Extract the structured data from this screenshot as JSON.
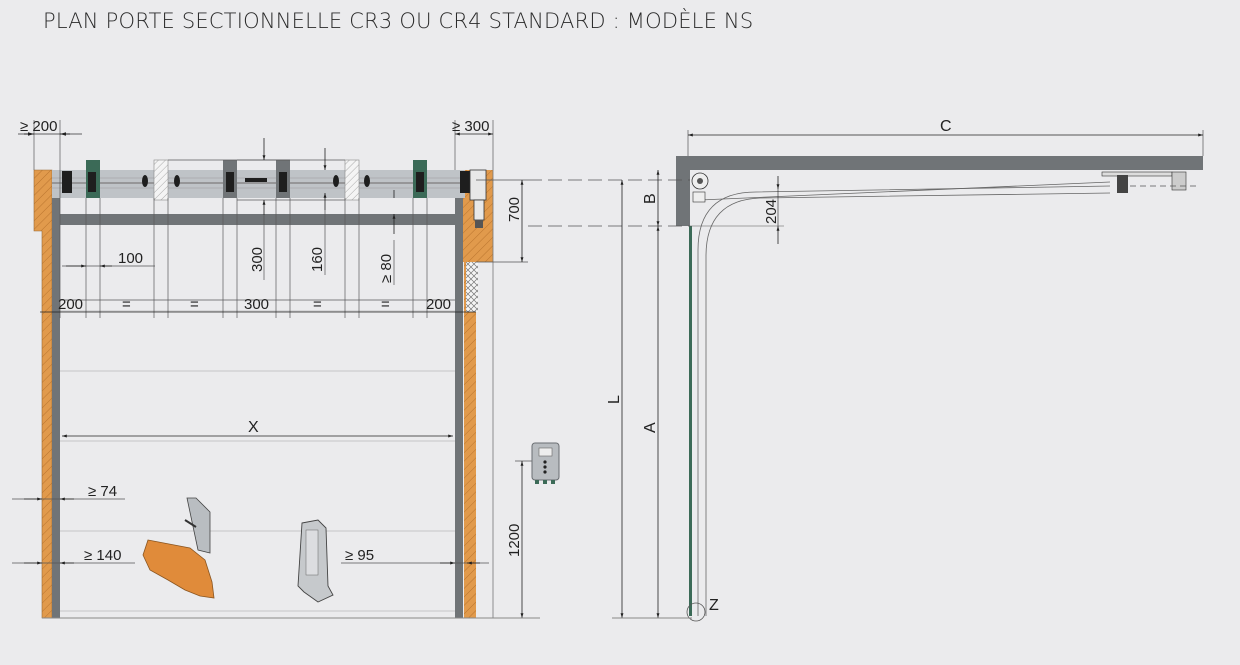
{
  "title": "PLAN PORTE SECTIONNELLE CR3 OU CR4 STANDARD : MODÈLE NS",
  "colors": {
    "background": "#ebebed",
    "wall_hatch": "#e19a4c",
    "steel_dark": "#707477",
    "steel_light": "#bfc3c7",
    "bracket_green": "#3b6a57",
    "line": "#4a4a4a",
    "motor_orange": "#e08b3a"
  },
  "front_view": {
    "labels": {
      "left_clearance": "≥ 200",
      "right_clearance": "≥ 300",
      "spring_spacing": "100",
      "shaft_height": "300",
      "shaft_offset": "160",
      "min_headroom": "≥ 80",
      "motor_height": "700",
      "opening_width": "X",
      "min_left_side_1": "≥ 74",
      "min_left_side_2": "≥ 140",
      "min_right_side": "≥ 95",
      "control_box_height": "1200"
    },
    "bottom_row": [
      "200",
      "=",
      "=",
      "300",
      "=",
      "=",
      "200"
    ]
  },
  "side_view": {
    "labels": {
      "depth": "C",
      "header": "B",
      "total_height": "L",
      "opening_height": "A",
      "rail_offset": "204",
      "detail_marker": "Z"
    }
  }
}
